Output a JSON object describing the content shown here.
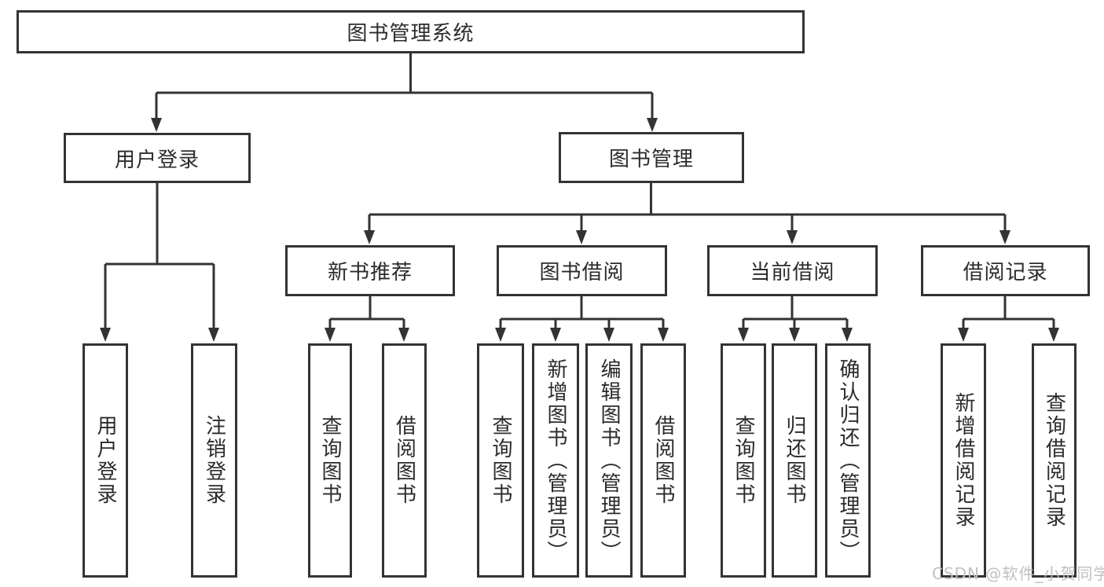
{
  "tree": {
    "root": {
      "label": "图书管理系统"
    },
    "branches": [
      {
        "label": "用户登录",
        "children": [
          {
            "label": "用户登录"
          },
          {
            "label": "注销登录"
          }
        ]
      },
      {
        "label": "图书管理",
        "groups": [
          {
            "label": "新书推荐",
            "children": [
              {
                "label": "查询图书"
              },
              {
                "label": "借阅图书"
              }
            ]
          },
          {
            "label": "图书借阅",
            "children": [
              {
                "label": "查询图书"
              },
              {
                "label": "新增图书（管理员）"
              },
              {
                "label": "编辑图书（管理员）"
              },
              {
                "label": "借阅图书"
              }
            ]
          },
          {
            "label": "当前借阅",
            "children": [
              {
                "label": "查询图书"
              },
              {
                "label": "归还图书"
              },
              {
                "label": "确认归还（管理员）"
              }
            ]
          },
          {
            "label": "借阅记录",
            "children": [
              {
                "label": "新增借阅记录"
              },
              {
                "label": "查询借阅记录"
              }
            ]
          }
        ]
      }
    ]
  },
  "watermark": {
    "text": "CSDN @软件_小贺同学"
  },
  "colors": {
    "background": "#ffffff",
    "line": "#333333",
    "box_border": "#333333",
    "text": "#2b2b2b",
    "watermark": "#c2bfbf"
  }
}
